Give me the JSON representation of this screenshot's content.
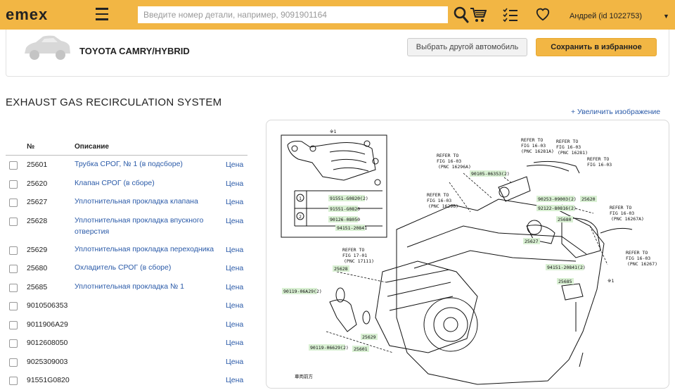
{
  "header": {
    "logo": "emex",
    "search_placeholder": "Введите номер детали, например, 9091901164",
    "user": "Андрей  (id 1022753)"
  },
  "car": {
    "title": "TOYOTA CAMRY/HYBRID",
    "change_button": "Выбрать другой автомобиль",
    "save_button": "Сохранить в избранное"
  },
  "section": {
    "title": "EXHAUST GAS RECIRCULATION SYSTEM",
    "zoom_link": "+ Увеличить изображение"
  },
  "table": {
    "col_num": "№",
    "col_desc": "Описание",
    "rows": [
      {
        "num": "25601",
        "desc": "Трубка СРОГ, № 1 (в подсборе)",
        "price": "Цена"
      },
      {
        "num": "25620",
        "desc": "Клапан СРОГ (в сборе)",
        "price": "Цена"
      },
      {
        "num": "25627",
        "desc": "Уплотнительная прокладка клапана",
        "price": "Цена"
      },
      {
        "num": "25628",
        "desc": "Уплотнительная прокладка впускного отверстия",
        "price": "Цена"
      },
      {
        "num": "25629",
        "desc": "Уплотнительная прокладка переходника",
        "price": "Цена"
      },
      {
        "num": "25680",
        "desc": "Охладитель СРОГ (в сборе)",
        "price": "Цена"
      },
      {
        "num": "25685",
        "desc": "Уплотнительная прокладка № 1",
        "price": "Цена"
      },
      {
        "num": "9010506353",
        "desc": "",
        "price": "Цена"
      },
      {
        "num": "9011906A29",
        "desc": "",
        "price": "Цена"
      },
      {
        "num": "9012608050",
        "desc": "",
        "price": "Цена"
      },
      {
        "num": "9025309003",
        "desc": "",
        "price": "Цена"
      },
      {
        "num": "91551G0820",
        "desc": "",
        "price": "Цена"
      }
    ]
  },
  "diagram": {
    "callouts": {
      "c25601": "25601",
      "c25620": "25620",
      "c25627": "25627",
      "c25628": "25628",
      "c25629": "25629",
      "c25680": "25680",
      "c25685": "25685",
      "b1": "90105-06353(2)",
      "b2": "90253-09003(2)",
      "b3": "92122-80816(2)",
      "b4": "94151-20841(2)",
      "b5": "90119-06A29(2)",
      "b6": "90119-06629(2)",
      "b7": "91551-G0820(2)",
      "b8": "91551-G0820",
      "b9": "90126-08050",
      "b10": "94151-20841"
    },
    "refers": {
      "r1": "REFER TO",
      "r1b": "FIG 16-03",
      "r1c": "(PNC 16296A)",
      "r2": "REFER TO",
      "r2b": "FIG 16-03",
      "r2c": "(PNC 16296)",
      "r3": "REFER TO",
      "r3b": "FIG 16-03",
      "r3c": "(PNC 16281A)",
      "r4": "REFER TO",
      "r4b": "FIG 16-03",
      "r4c": "(PNC 16281)",
      "r5": "REFER TO",
      "r5b": "FIG 16-03",
      "r6": "REFER TO",
      "r6b": "FIG 16-03",
      "r6c": "(PNC 16267A)",
      "r7": "REFER TO",
      "r7b": "FIG 16-03",
      "r7c": "(PNC 16267)",
      "r8": "REFER TO",
      "r8b": "FIG 17-01",
      "r8c": "(PNC 17111)"
    },
    "marks": {
      "star1": "※1",
      "star2": "※1",
      "k1": "1",
      "k2": "2",
      "front": "車両前方"
    }
  },
  "colors": {
    "accent": "#f2b644",
    "link": "#2a5aa8",
    "callout_bg": "#d9f0d3"
  }
}
